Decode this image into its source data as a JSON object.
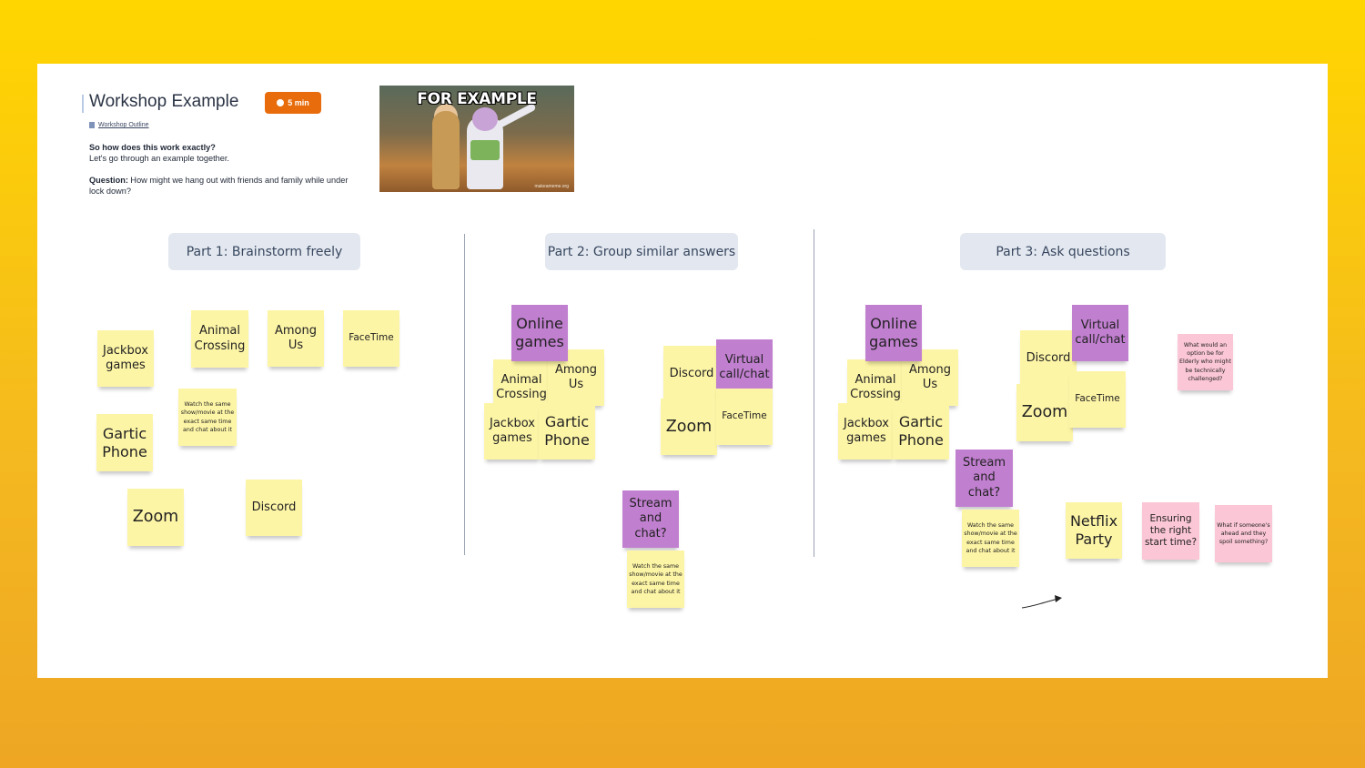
{
  "header": {
    "title": "Workshop Example",
    "timer": "5 min",
    "outline_link": "Workshop Outline",
    "intro_bold": "So how does this work exactly?",
    "intro_line": "Let's go through an example together.",
    "question_label": "Question:",
    "question_text": " How might we hang out with friends and family while under lock down?"
  },
  "meme": {
    "caption": "FOR EXAMPLE",
    "credit": "makeameme.org"
  },
  "parts": {
    "part1": "Part 1: Brainstorm freely",
    "part2": "Part 2: Group similar answers",
    "part3": "Part 3: Ask questions"
  },
  "notes": {
    "jackbox": "Jackbox games",
    "animal_crossing": "Animal Crossing",
    "among_us": "Among Us",
    "facetime": "FaceTime",
    "watch_same": "Watch the same show/movie at the exact same time and chat about it",
    "gartic_phone": "Gartic Phone",
    "zoom": "Zoom",
    "discord": "Discord",
    "online_games": "Online games",
    "virtual_call": "Virtual call/chat",
    "stream_chat": "Stream and chat?",
    "netflix_party": "Netflix Party",
    "elderly_q": "What would an option be for Elderly who might be technically challenged?",
    "start_time_q": "Ensuring the right start time?",
    "spoil_q": "What if someone's ahead and they spoil something?"
  },
  "colors": {
    "background": "#ffd600",
    "timer_badge": "#e86c0b",
    "note_yellow": "#fdf5a6",
    "note_purple": "#c17fd0",
    "note_pink": "#fbc6d6",
    "part_header": "#e3e8f0"
  }
}
